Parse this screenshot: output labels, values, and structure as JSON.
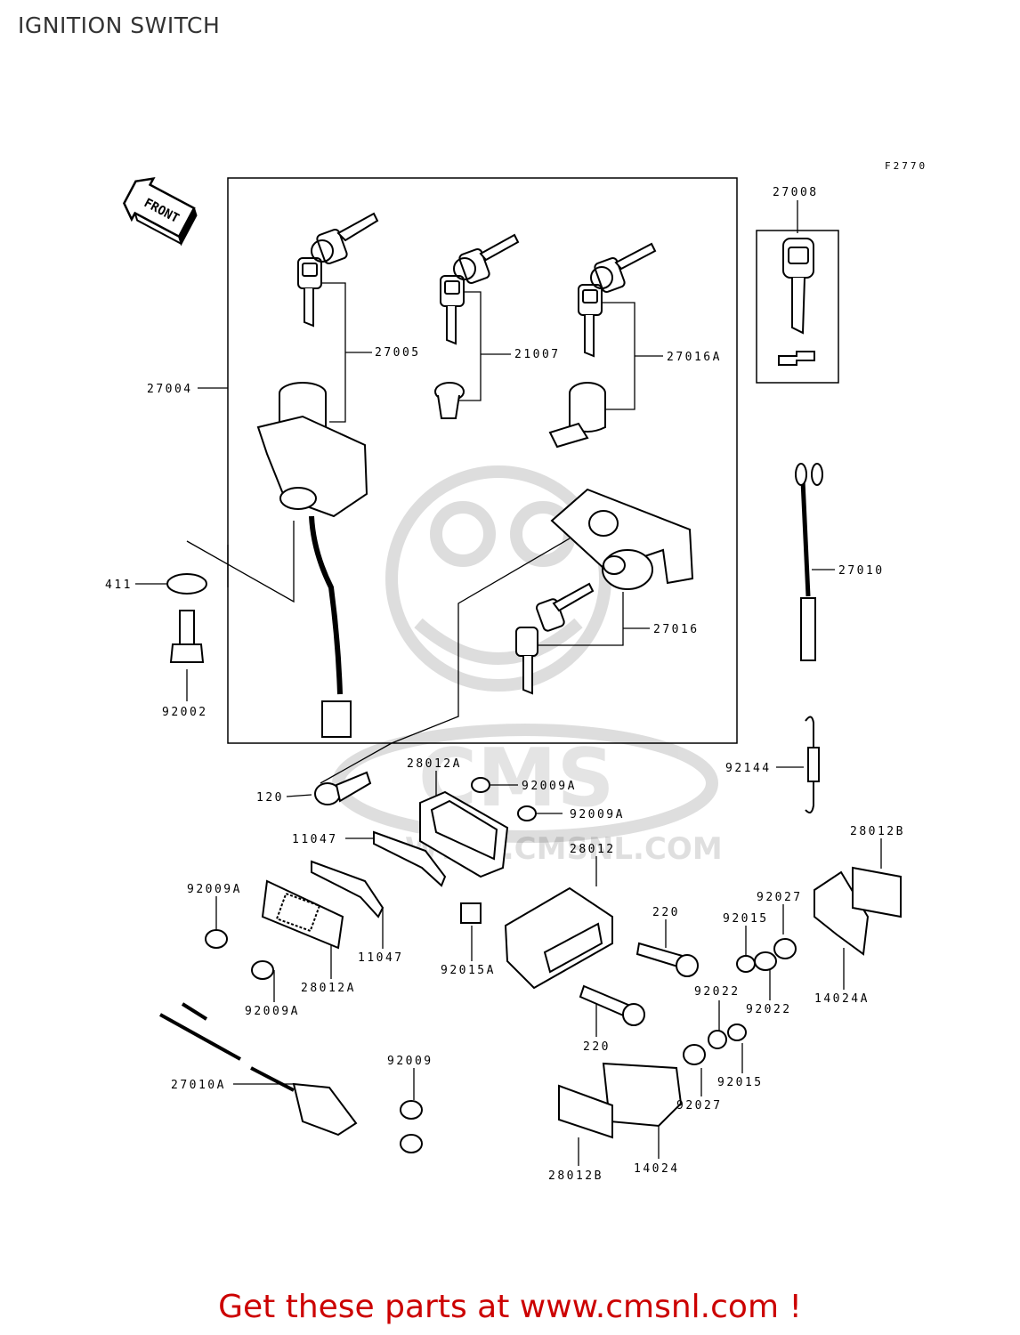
{
  "title": "IGNITION SWITCH",
  "figure_code": "F2770",
  "front_label": "FRONT",
  "watermark": {
    "brand": "CMS",
    "url": "WWW.CMSNL.COM"
  },
  "parts": {
    "p27008": "27008",
    "p27005": "27005",
    "p21007": "21007",
    "p27016A": "27016A",
    "p27004": "27004",
    "p27010": "27010",
    "p411": "411",
    "p27016": "27016",
    "p92002": "92002",
    "p92144": "92144",
    "p28012A_top": "28012A",
    "p120": "120",
    "p92009A_1": "92009A",
    "p92009A_2": "92009A",
    "p28012B_right": "28012B",
    "p11047_top": "11047",
    "p28012": "28012",
    "p92009A_left": "92009A",
    "p220_top": "220",
    "p92027_right": "92027",
    "p92015_right": "92015",
    "p11047_bottom": "11047",
    "p92015A": "92015A",
    "p28012A_bottom": "28012A",
    "p92009A_bottom": "92009A",
    "p92022_mid": "92022",
    "p92022_right": "92022",
    "p14024A": "14024A",
    "p220_bottom": "220",
    "p92009": "92009",
    "p27010A": "27010A",
    "p92015_bottom": "92015",
    "p92027_bottom": "92027",
    "p28012B_bottom": "28012B",
    "p14024": "14024"
  },
  "footer": {
    "text": "Get these parts at www.cmsnl.com !",
    "color": "#cc0000"
  }
}
